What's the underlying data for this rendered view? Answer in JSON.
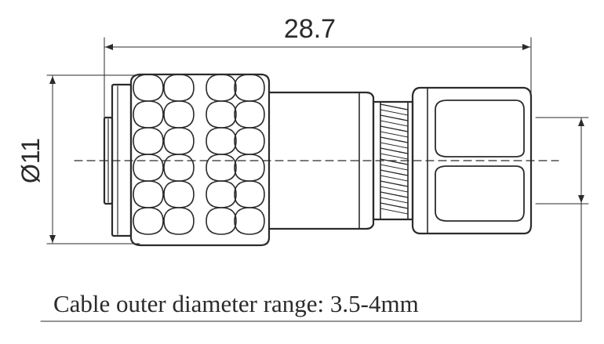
{
  "diagram": {
    "overall_length": "28.7",
    "body_diameter": "Ø11",
    "note": "Cable outer  diameter range: 3.5-4mm",
    "ink_color": "#2b2b2b"
  }
}
